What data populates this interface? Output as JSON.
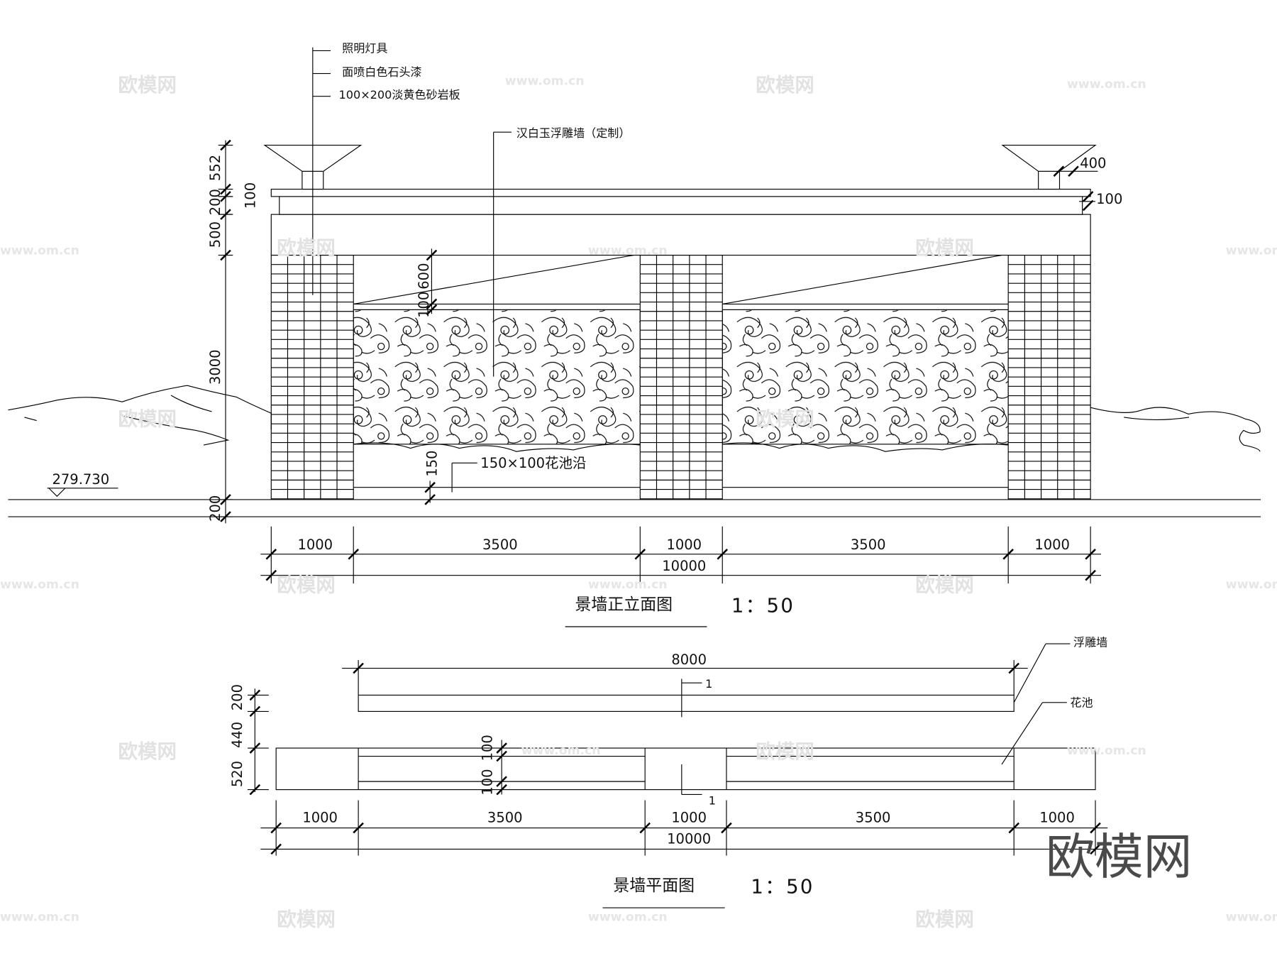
{
  "elevation": {
    "title": "景墙正立面图",
    "scale": "1：50",
    "level": "279.730",
    "callouts": [
      "照明灯具",
      "面喷白色石头漆",
      "100×200淡黄色砂岩板",
      "汉白玉浮雕墙（定制）",
      "150×100花池沿"
    ],
    "vertical_dims": [
      "552",
      "200",
      "100",
      "500",
      "3000",
      "200",
      "100",
      "600",
      "100",
      "150"
    ],
    "lamp_dims": [
      "400",
      "100"
    ],
    "horizontal_dims": [
      "1000",
      "3500",
      "1000",
      "3500",
      "1000"
    ],
    "total_dim": "10000"
  },
  "plan": {
    "title": "景墙平面图",
    "scale": "1：50",
    "top_dim": "8000",
    "callouts": [
      "浮雕墙",
      "花池"
    ],
    "section_mark": "1",
    "vertical_dims": [
      "200",
      "440",
      "520",
      "100",
      "100"
    ],
    "horizontal_dims": [
      "1000",
      "3500",
      "1000",
      "3500",
      "1000"
    ],
    "total_dim": "10000"
  },
  "watermarks": {
    "logo": "欧模网",
    "url": "www.om.cn"
  }
}
